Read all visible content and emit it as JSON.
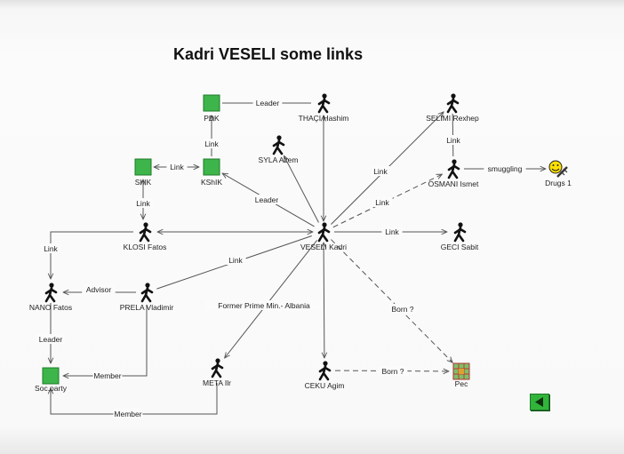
{
  "title": "Kadri VESELI some links",
  "colors": {
    "party_box": "#3db54a",
    "person": "#111111",
    "edge": "#555555",
    "nav_button": "#32b33a"
  },
  "nodes": [
    {
      "id": "pdk",
      "label": "PDK",
      "icon": "green-square-icon"
    },
    {
      "id": "thaci",
      "label": "THAÇI Hashim",
      "icon": "person-walking-icon"
    },
    {
      "id": "selimi",
      "label": "SELIMI Rexhep",
      "icon": "person-walking-icon"
    },
    {
      "id": "syla",
      "label": "SYLA Azem",
      "icon": "person-walking-icon"
    },
    {
      "id": "kshik",
      "label": "KShIK",
      "icon": "green-square-icon"
    },
    {
      "id": "shik",
      "label": "ShIK",
      "icon": "green-square-icon"
    },
    {
      "id": "osmani",
      "label": "OSMANI Ismet",
      "icon": "person-walking-icon"
    },
    {
      "id": "drugs",
      "label": "Drugs 1",
      "icon": "smiley-syringe-icon"
    },
    {
      "id": "klosi",
      "label": "KLOSI Fatos",
      "icon": "person-walking-icon"
    },
    {
      "id": "veseli",
      "label": "VESELI Kadri",
      "icon": "person-walking-icon"
    },
    {
      "id": "geci",
      "label": "GECI Sabit",
      "icon": "person-walking-icon"
    },
    {
      "id": "nano",
      "label": "NANO Fatos",
      "icon": "person-walking-icon"
    },
    {
      "id": "prela",
      "label": "PRELA Vladimir",
      "icon": "person-walking-icon"
    },
    {
      "id": "socparty",
      "label": "Soc.party",
      "icon": "green-square-icon"
    },
    {
      "id": "meta",
      "label": "META Ilr",
      "icon": "person-walking-icon"
    },
    {
      "id": "ceku",
      "label": "CEKU Agim",
      "icon": "person-walking-icon"
    },
    {
      "id": "pec",
      "label": "Pec",
      "icon": "map-grid-icon"
    }
  ],
  "edges": [
    {
      "id": "pdk-thaci",
      "from": "pdk",
      "to": "thaci",
      "label": "Leader",
      "dashed": false
    },
    {
      "id": "kshik-pdk",
      "from": "kshik",
      "to": "pdk",
      "label": "Link",
      "dashed": false
    },
    {
      "id": "shik-kshik",
      "from": "shik",
      "to": "kshik",
      "label": "Link",
      "dashed": false
    },
    {
      "id": "shik-klosi",
      "from": "shik",
      "to": "klosi",
      "label": "Link",
      "dashed": false
    },
    {
      "id": "veseli-kshik",
      "from": "veseli",
      "to": "kshik",
      "label": "Leader",
      "dashed": false
    },
    {
      "id": "veseli-syla",
      "from": "veseli",
      "to": "syla",
      "label": "",
      "dashed": false
    },
    {
      "id": "veseli-thaci",
      "from": "veseli",
      "to": "thaci",
      "label": "",
      "dashed": false
    },
    {
      "id": "veseli-selimi",
      "from": "veseli",
      "to": "selimi",
      "label": "Link",
      "dashed": false
    },
    {
      "id": "veseli-osmani",
      "from": "veseli",
      "to": "osmani",
      "label": "Link",
      "dashed": true
    },
    {
      "id": "selimi-osmani",
      "from": "selimi",
      "to": "osmani",
      "label": "Link",
      "dashed": false
    },
    {
      "id": "osmani-drugs",
      "from": "osmani",
      "to": "drugs",
      "label": "smuggling",
      "dashed": false
    },
    {
      "id": "veseli-klosi",
      "from": "veseli",
      "to": "klosi",
      "label": "",
      "dashed": false
    },
    {
      "id": "veseli-geci",
      "from": "veseli",
      "to": "geci",
      "label": "Link",
      "dashed": false
    },
    {
      "id": "klosi-nano",
      "from": "klosi",
      "to": "nano",
      "label": "Link",
      "dashed": false
    },
    {
      "id": "prela-veseli",
      "from": "prela",
      "to": "veseli",
      "label": "Link",
      "dashed": false
    },
    {
      "id": "prela-nano",
      "from": "prela",
      "to": "nano",
      "label": "Advisor",
      "dashed": false
    },
    {
      "id": "nano-socparty",
      "from": "nano",
      "to": "socparty",
      "label": "Leader",
      "dashed": false
    },
    {
      "id": "prela-socparty",
      "from": "prela",
      "to": "socparty",
      "label": "Member",
      "dashed": false
    },
    {
      "id": "meta-socparty",
      "from": "meta",
      "to": "socparty",
      "label": "Member",
      "dashed": false
    },
    {
      "id": "veseli-meta",
      "from": "veseli",
      "to": "meta",
      "label": "Former Prime Min.-  Albania",
      "dashed": false
    },
    {
      "id": "veseli-ceku",
      "from": "veseli",
      "to": "ceku",
      "label": "",
      "dashed": false
    },
    {
      "id": "veseli-pec",
      "from": "veseli",
      "to": "pec",
      "label": "Born ?",
      "dashed": true
    },
    {
      "id": "ceku-pec",
      "from": "ceku",
      "to": "pec",
      "label": "Born ?",
      "dashed": true
    }
  ],
  "nav": {
    "icon": "back-arrow-icon"
  }
}
